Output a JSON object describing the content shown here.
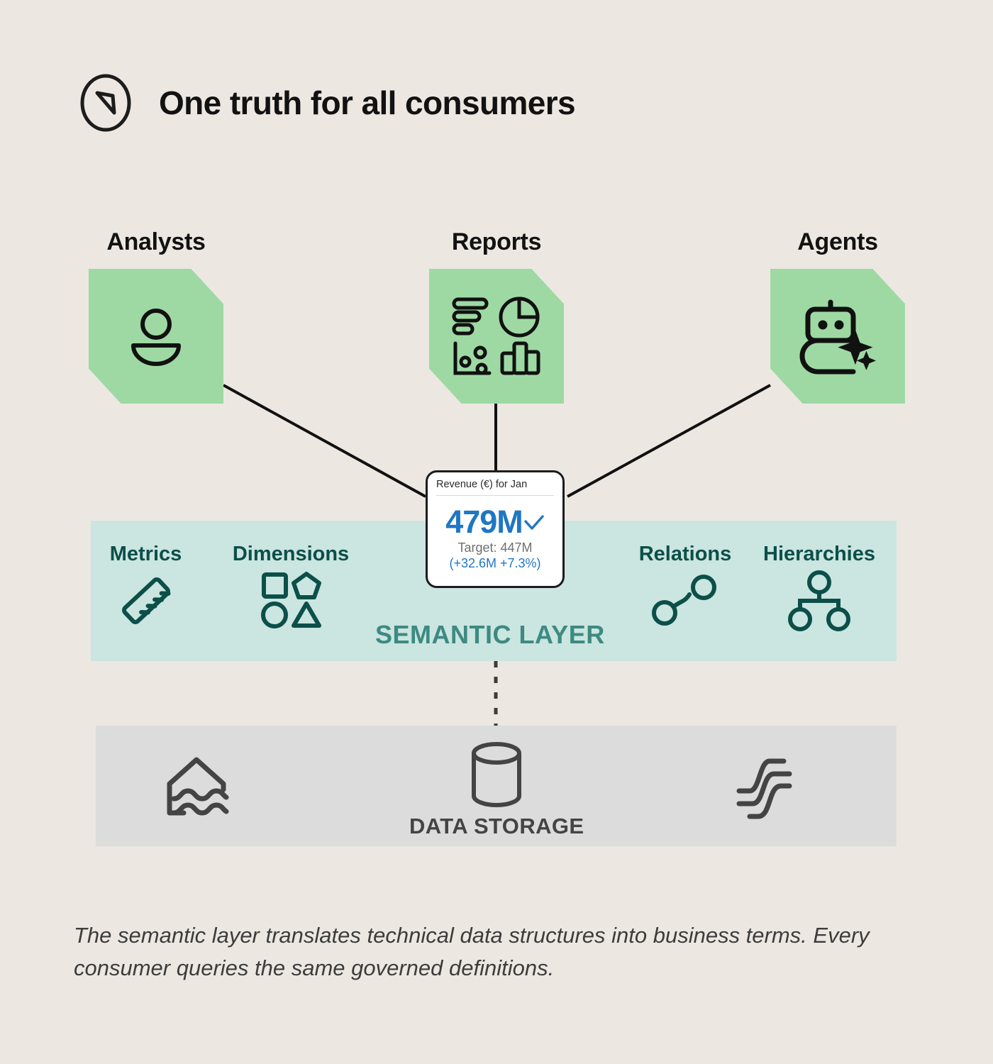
{
  "page": {
    "background_color": "#ece8e1",
    "title": "One truth for all consumers",
    "title_icon": "compass-icon"
  },
  "consumers": [
    {
      "id": "analysts",
      "label": "Analysts",
      "icon": "user-icon",
      "tile_color": "#9ed9a4"
    },
    {
      "id": "reports",
      "label": "Reports",
      "icon": "charts-icon",
      "tile_color": "#9ed9a4"
    },
    {
      "id": "agents",
      "label": "Agents",
      "icon": "robot-sparkle-icon",
      "tile_color": "#9ed9a4"
    }
  ],
  "kpi_card": {
    "title": "Revenue (€) for Jan",
    "value": "479M",
    "status_icon": "checkmark-icon",
    "target": "Target: 447M",
    "delta": "(+32.6M +7.3%)",
    "value_color": "#1f77c4",
    "target_color": "#6f6f6f"
  },
  "semantic_layer": {
    "title": "SEMANTIC LAYER",
    "band_color": "#cbe5e1",
    "title_color": "#3d8a82",
    "label_color": "#0c4f49",
    "items": [
      {
        "id": "metrics",
        "label": "Metrics",
        "icon": "ruler-icon"
      },
      {
        "id": "dimensions",
        "label": "Dimensions",
        "icon": "shapes-icon"
      },
      {
        "id": "relations",
        "label": "Relations",
        "icon": "relations-nodes-icon"
      },
      {
        "id": "hierarchies",
        "label": "Hierarchies",
        "icon": "hierarchy-tree-icon"
      }
    ]
  },
  "data_storage": {
    "title": "DATA STORAGE",
    "band_color": "#dcdcdc",
    "title_color": "#444444",
    "icons": [
      {
        "id": "lake",
        "icon": "data-lake-icon"
      },
      {
        "id": "database",
        "icon": "database-cylinder-icon"
      },
      {
        "id": "pipeline",
        "icon": "data-pipeline-icon"
      }
    ]
  },
  "caption": "The semantic layer translates technical data structures into business terms. Every consumer queries the same governed definitions."
}
